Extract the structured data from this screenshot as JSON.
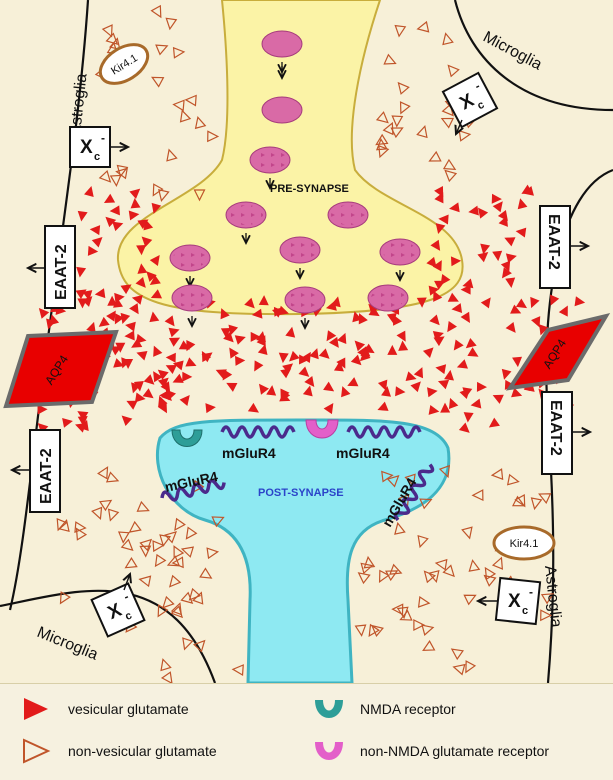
{
  "labels": {
    "pre_synapse": "PRE-SYNAPSE",
    "post_synapse": "POST-SYNAPSE",
    "mglur4": "mGluR4",
    "microglia": "Microglia",
    "astroglia": "Astroglia",
    "kir": "Kir4.1",
    "xc_main": "X",
    "xc_sub": "c",
    "xc_sup": "-",
    "eaat": "EAAT-2",
    "aqp": "AQP4"
  },
  "legend": {
    "vesicular": "vesicular glutamate",
    "non_vesicular": "non-vesicular glutamate",
    "nmda": "NMDA receptor",
    "non_nmda": "non-NMDA glutamate receptor"
  },
  "colors": {
    "background": "#f7f0d8",
    "presynapse": "#fbf3a6",
    "presynapse_edge": "#c8ad3c",
    "postsynapse": "#8ee9f2",
    "postsynapse_edge": "#3fb4c2",
    "vesicle": "#d96aa6",
    "vesicular_glutamate": "#e21b1b",
    "non_vesicular_glutamate": "#c0552a",
    "aqp4": "#e80000",
    "mglur4": "#4b2a8c",
    "nmda": "#2e9e98",
    "non_nmda": "#e35fc9",
    "kir_border": "#a86a2a"
  }
}
